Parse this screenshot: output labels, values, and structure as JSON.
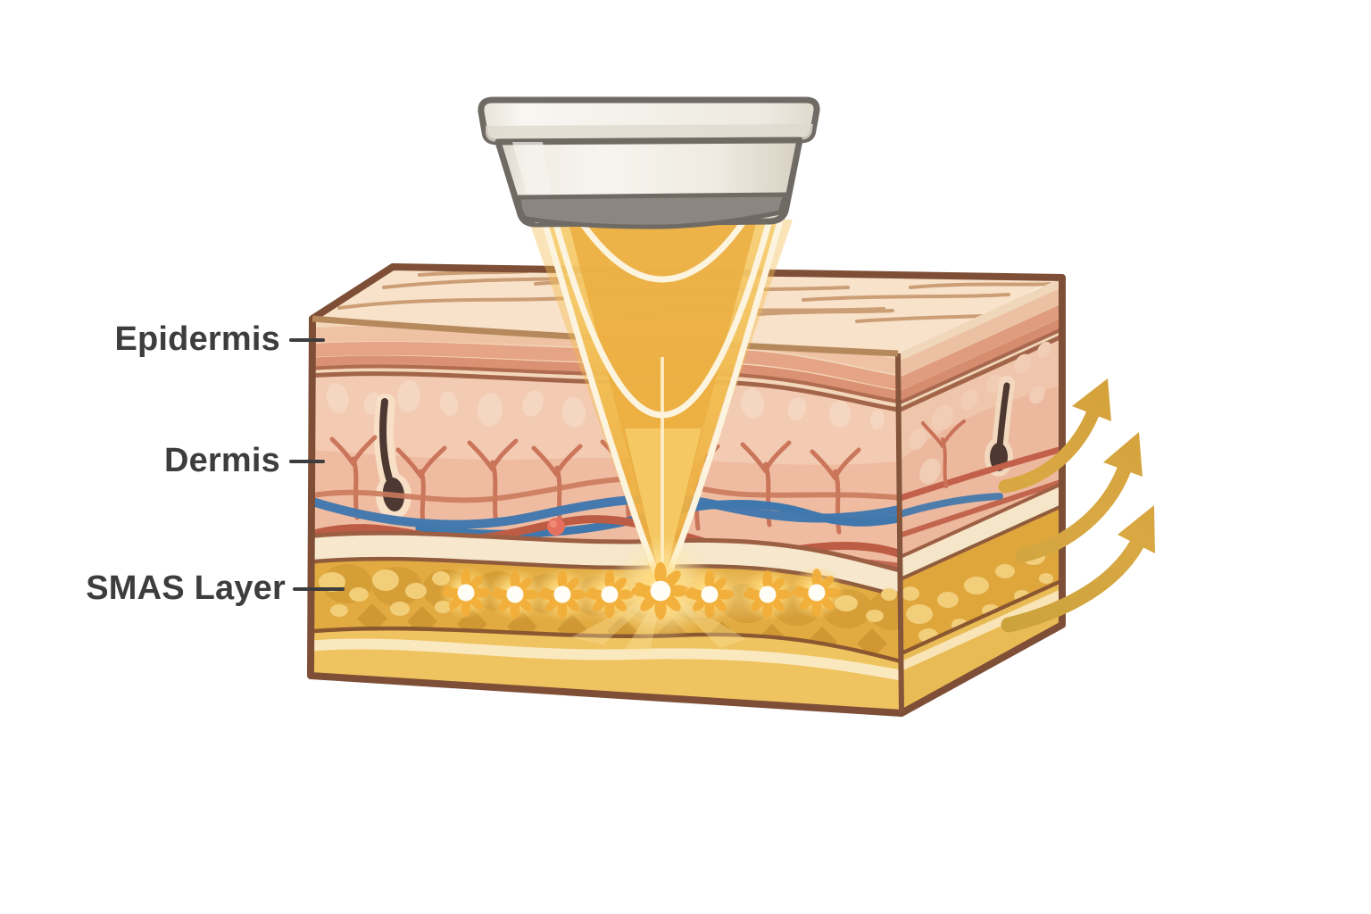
{
  "labels": {
    "epidermis": "Epidermis",
    "dermis": "Dermis",
    "smas": "SMAS Layer"
  },
  "parts": {
    "transducer": "hifu-transducer",
    "beam": "focused-ultrasound-beam",
    "focal_points": "thermal-coagulation-points",
    "arrows": "lifting-effect-arrows"
  },
  "counts": {
    "focal_points": 8,
    "lift_arrows": 3
  },
  "colors": {
    "background": "#ffffff",
    "label_text": "#3d3d3d",
    "beam_gold": "#f2ba4e",
    "arrow_gold": "#d5a33c",
    "block_outline": "#7e4f36",
    "epidermis_tan": "#e5a485",
    "dermis_pink": "#efbca2",
    "smas_gold": "#e2ab41",
    "vein_blue": "#4679ad",
    "vessel_red": "#bd5c44",
    "device_body": "#efebe3",
    "device_band": "#8b8680"
  }
}
